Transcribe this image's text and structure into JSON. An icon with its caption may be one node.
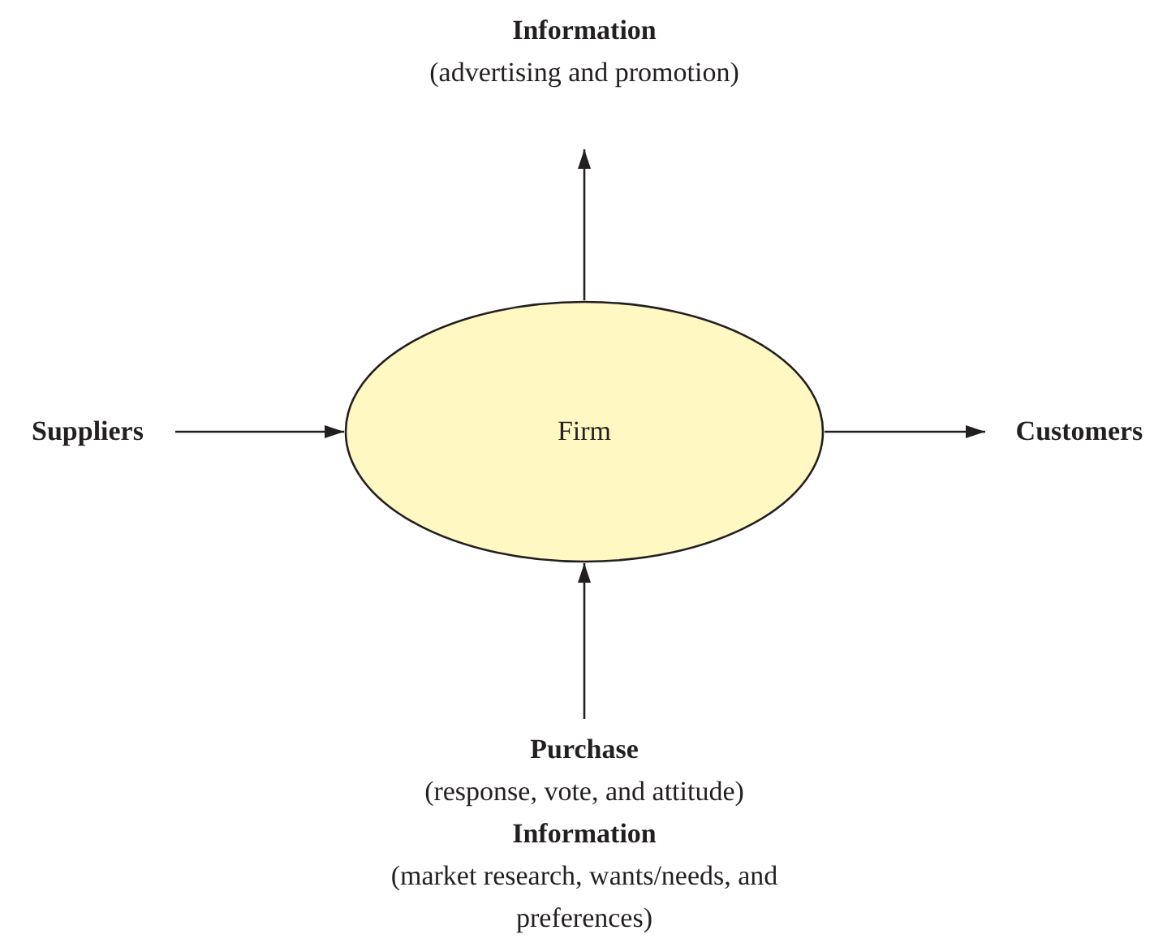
{
  "diagram": {
    "nodes": [
      {
        "text": [
          "Firm"
        ]
      },
      {
        "text": [
          "Information",
          "(advertising and promotion)"
        ]
      },
      {
        "text": [
          "Suppliers"
        ]
      },
      {
        "text": [
          "Customers"
        ]
      },
      {
        "text": [
          "Purchase",
          "(response, vote, and attitude)",
          "Information",
          "(market research, wants/needs, and preferences)"
        ]
      }
    ],
    "edges": [
      {
        "from": 0,
        "to": 1,
        "arrow": "to"
      },
      {
        "from": 2,
        "to": 0,
        "arrow": "to"
      },
      {
        "from": 0,
        "to": 3,
        "arrow": "to"
      },
      {
        "from": 4,
        "to": 0,
        "arrow": "to"
      }
    ]
  }
}
